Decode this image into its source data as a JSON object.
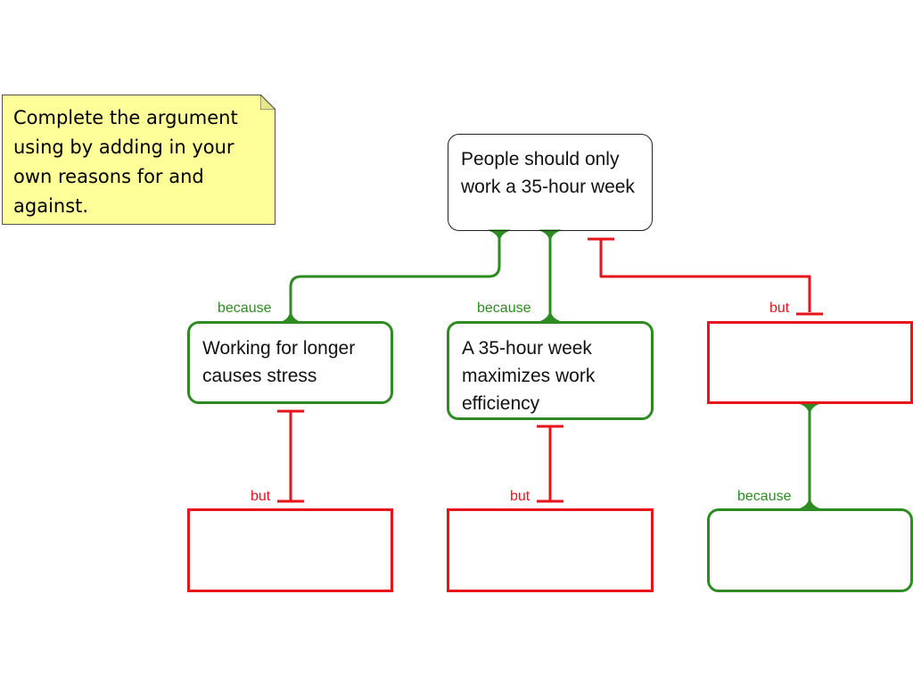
{
  "note": {
    "text": "Complete the argument\nusing by adding in your\nown reasons for and\nagainst."
  },
  "claim": {
    "text": "People should only work a 35-hour week"
  },
  "reasons": [
    {
      "label": "because",
      "text": "Working for longer causes stress"
    },
    {
      "label": "because",
      "text": "A 35-hour week maximizes work efficiency"
    },
    {
      "label": "because",
      "text": ""
    }
  ],
  "objections": [
    {
      "label": "but",
      "text": ""
    },
    {
      "label": "but",
      "text": ""
    },
    {
      "label": "but",
      "text": ""
    }
  ],
  "colors": {
    "support": "#2e8b22",
    "oppose": "#e8131b",
    "note_fill": "#ffff99"
  }
}
